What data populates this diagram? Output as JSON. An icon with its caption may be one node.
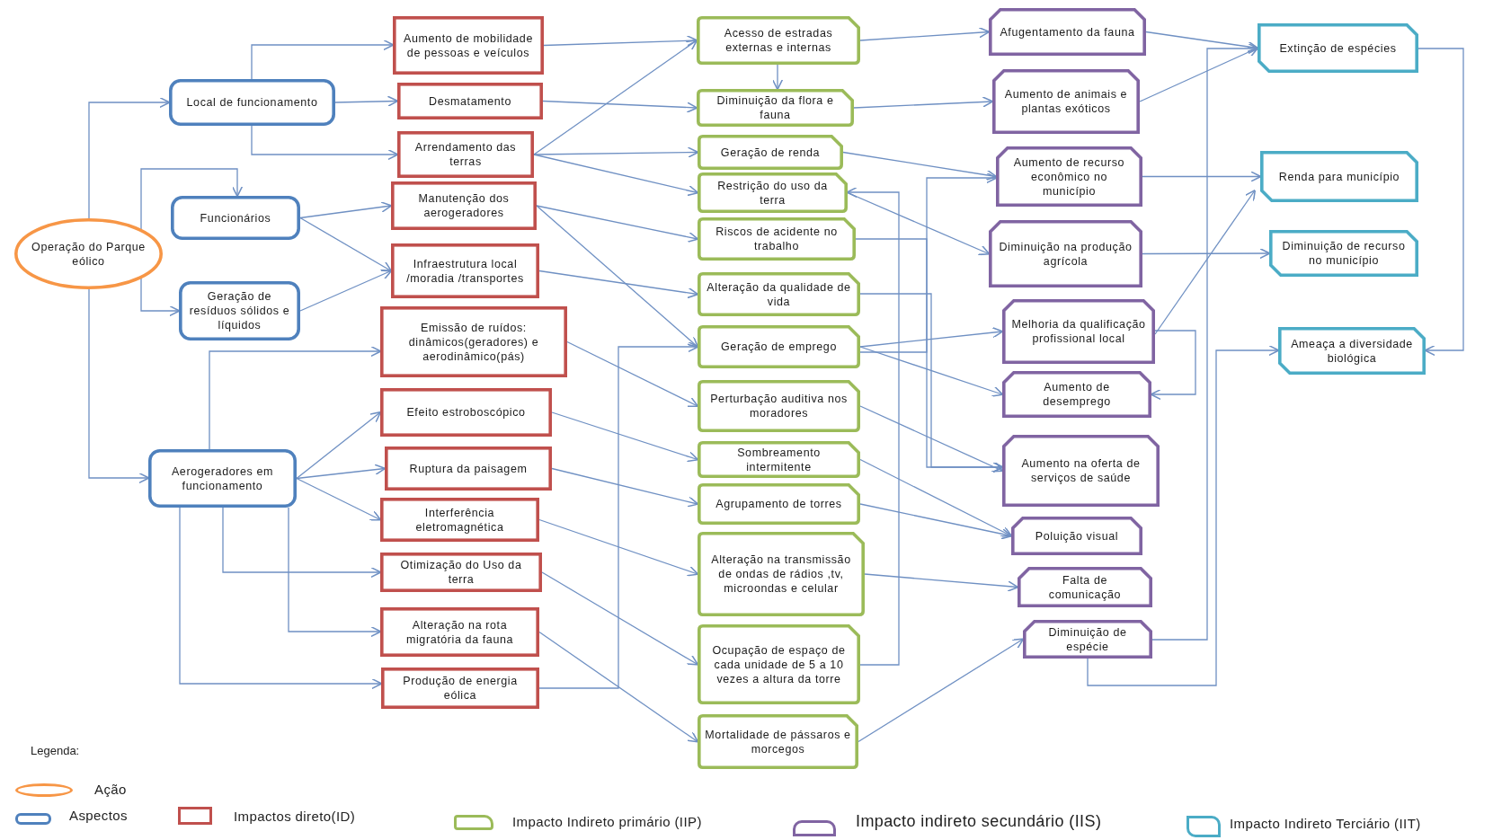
{
  "diagram": {
    "nodes": [
      {
        "text": [
          "Operação do Parque eólico"
        ]
      },
      {
        "text": [
          "Local de funcionamento"
        ]
      },
      {
        "text": [
          "Funcionários"
        ]
      },
      {
        "text": [
          "Geração de resíduos sólidos e líquidos"
        ]
      },
      {
        "text": [
          "Aerogeradores em funcionamento"
        ]
      },
      {
        "text": [
          "Aumento de mobilidade de pessoas e veículos"
        ]
      },
      {
        "text": [
          "Desmatamento"
        ]
      },
      {
        "text": [
          "Arrendamento das terras"
        ]
      },
      {
        "text": [
          "Manutenção dos aerogeradores"
        ]
      },
      {
        "text": [
          "Infraestrutura local /moradia /transportes"
        ]
      },
      {
        "text": [
          "Emissão de ruídos: dinâmicos(geradores) e aerodinâmico(pás)"
        ]
      },
      {
        "text": [
          "Efeito estroboscópico"
        ]
      },
      {
        "text": [
          "Ruptura da paisagem"
        ]
      },
      {
        "text": [
          "Interferência eletromagnética"
        ]
      },
      {
        "text": [
          "Otimização do Uso da terra"
        ]
      },
      {
        "text": [
          "Alteração na rota migratória da fauna"
        ]
      },
      {
        "text": [
          "Produção de energia eólica"
        ]
      },
      {
        "text": [
          "Acesso de estradas externas e internas"
        ]
      },
      {
        "text": [
          "Diminuição da flora e fauna"
        ]
      },
      {
        "text": [
          "Geração de renda"
        ]
      },
      {
        "text": [
          "Restrição do uso da terra"
        ]
      },
      {
        "text": [
          "Riscos de acidente no trabalho"
        ]
      },
      {
        "text": [
          "Alteração da qualidade de vida"
        ]
      },
      {
        "text": [
          "Geração de emprego"
        ]
      },
      {
        "text": [
          "Perturbação auditiva nos moradores"
        ]
      },
      {
        "text": [
          "Sombreamento intermitente"
        ]
      },
      {
        "text": [
          "Agrupamento de torres"
        ]
      },
      {
        "text": [
          "Alteração na transmissão de ondas de rádios ,tv, microondas e celular"
        ]
      },
      {
        "text": [
          "Ocupação de espaço de cada unidade de 5 a 10 vezes a altura da torre"
        ]
      },
      {
        "text": [
          "Mortalidade de pássaros e morcegos"
        ]
      },
      {
        "text": [
          "Afugentamento da fauna"
        ]
      },
      {
        "text": [
          "Aumento de animais e plantas exóticos"
        ]
      },
      {
        "text": [
          "Aumento de recurso econômico no município"
        ]
      },
      {
        "text": [
          "Diminuição na produção agrícola"
        ]
      },
      {
        "text": [
          "Melhoria da qualificação profissional local"
        ]
      },
      {
        "text": [
          "Aumento de desemprego"
        ]
      },
      {
        "text": [
          "Aumento na oferta de serviços de saúde"
        ]
      },
      {
        "text": [
          "Poluição visual"
        ]
      },
      {
        "text": [
          "Falta de comunicação"
        ]
      },
      {
        "text": [
          "Diminuição de espécie"
        ]
      },
      {
        "text": [
          "Extinção de espécies"
        ]
      },
      {
        "text": [
          "Renda para município"
        ]
      },
      {
        "text": [
          "Diminuição de recurso no município"
        ]
      },
      {
        "text": [
          "Ameaça a diversidade biológica"
        ]
      }
    ],
    "edges": [
      {
        "from": 0,
        "to": 1,
        "arrow": "to"
      },
      {
        "from": 0,
        "to": 2,
        "arrow": "to"
      },
      {
        "from": 0,
        "to": 3,
        "arrow": "to"
      },
      {
        "from": 0,
        "to": 4,
        "arrow": "to"
      },
      {
        "from": 1,
        "to": 5,
        "arrow": "to"
      },
      {
        "from": 1,
        "to": 6,
        "arrow": "to"
      },
      {
        "from": 1,
        "to": 7,
        "arrow": "to"
      },
      {
        "from": 2,
        "to": 8,
        "arrow": "to"
      },
      {
        "from": 2,
        "to": 9,
        "arrow": "to"
      },
      {
        "from": 3,
        "to": 9,
        "arrow": "to"
      },
      {
        "from": 4,
        "to": 10,
        "arrow": "to"
      },
      {
        "from": 4,
        "to": 11,
        "arrow": "to"
      },
      {
        "from": 4,
        "to": 12,
        "arrow": "to"
      },
      {
        "from": 4,
        "to": 13,
        "arrow": "to"
      },
      {
        "from": 4,
        "to": 14,
        "arrow": "to"
      },
      {
        "from": 4,
        "to": 15,
        "arrow": "to"
      },
      {
        "from": 4,
        "to": 16,
        "arrow": "to"
      },
      {
        "from": 5,
        "to": 17,
        "arrow": "to"
      },
      {
        "from": 6,
        "to": 18,
        "arrow": "to"
      },
      {
        "from": 7,
        "to": 17,
        "arrow": "to"
      },
      {
        "from": 7,
        "to": 19,
        "arrow": "to"
      },
      {
        "from": 7,
        "to": 20,
        "arrow": "to"
      },
      {
        "from": 8,
        "to": 21,
        "arrow": "to"
      },
      {
        "from": 8,
        "to": 23,
        "arrow": "to"
      },
      {
        "from": 9,
        "to": 22,
        "arrow": "to"
      },
      {
        "from": 10,
        "to": 24,
        "arrow": "to"
      },
      {
        "from": 11,
        "to": 25,
        "arrow": "to"
      },
      {
        "from": 12,
        "to": 26,
        "arrow": "to"
      },
      {
        "from": 13,
        "to": 27,
        "arrow": "to"
      },
      {
        "from": 14,
        "to": 28,
        "arrow": "to"
      },
      {
        "from": 15,
        "to": 29,
        "arrow": "to"
      },
      {
        "from": 16,
        "to": 23,
        "arrow": "to"
      },
      {
        "from": 17,
        "to": 18,
        "arrow": "to"
      },
      {
        "from": 17,
        "to": 30,
        "arrow": "to"
      },
      {
        "from": 18,
        "to": 31,
        "arrow": "to"
      },
      {
        "from": 19,
        "to": 32,
        "arrow": "to"
      },
      {
        "from": 20,
        "to": 33,
        "arrow": "to"
      },
      {
        "from": 21,
        "to": 36,
        "arrow": "to"
      },
      {
        "from": 22,
        "to": 36,
        "arrow": "to"
      },
      {
        "from": 23,
        "to": 32,
        "arrow": "to"
      },
      {
        "from": 28,
        "to": 20,
        "arrow": "to"
      },
      {
        "from": 23,
        "to": 34,
        "arrow": "to"
      },
      {
        "from": 23,
        "to": 35,
        "arrow": "to"
      },
      {
        "from": 24,
        "to": 36,
        "arrow": "to"
      },
      {
        "from": 25,
        "to": 37,
        "arrow": "to"
      },
      {
        "from": 26,
        "to": 37,
        "arrow": "to"
      },
      {
        "from": 27,
        "to": 38,
        "arrow": "to"
      },
      {
        "from": 29,
        "to": 39,
        "arrow": "to"
      },
      {
        "from": 30,
        "to": 40,
        "arrow": "to"
      },
      {
        "from": 31,
        "to": 40,
        "arrow": "to"
      },
      {
        "from": 32,
        "to": 41,
        "arrow": "to"
      },
      {
        "from": 33,
        "to": 42,
        "arrow": "to"
      },
      {
        "from": 34,
        "to": 41,
        "arrow": "to"
      },
      {
        "from": 34,
        "to": 35,
        "arrow": "to"
      },
      {
        "from": 39,
        "to": 40,
        "arrow": "to"
      },
      {
        "from": 40,
        "to": 43,
        "arrow": "to"
      },
      {
        "from": 39,
        "to": 43,
        "arrow": "to"
      }
    ],
    "labels": [
      "Legenda:"
    ],
    "legend": [
      {
        "text": "Ação",
        "color": "#f79646"
      },
      {
        "text": "Aspectos",
        "color": "#4f81bd"
      },
      {
        "text": "Impactos direto(ID)",
        "color": "#c0504d"
      },
      {
        "text": "Impacto Indireto primário (IIP)",
        "color": "#9bbb59"
      },
      {
        "text": "Impacto indireto secundário (IIS)",
        "color": "#8064a2"
      },
      {
        "text": "Impacto Indireto Terciário (IIT)",
        "color": "#4bacc6"
      }
    ]
  }
}
